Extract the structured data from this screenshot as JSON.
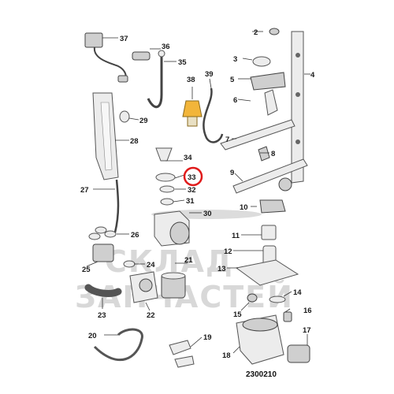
{
  "diagram": {
    "code": "2300210",
    "highlighted_part": "33",
    "highlight_color": "#e01a1a",
    "accent_color": "#f2b53a",
    "watermark_line1": "СКЛАД",
    "watermark_line2": "ЗАПЧАСТЕЙ",
    "part_numbers": [
      "37",
      "36",
      "35",
      "38",
      "39",
      "29",
      "28",
      "34",
      "33",
      "32",
      "31",
      "30",
      "27",
      "26",
      "25",
      "24",
      "21",
      "22",
      "23",
      "20",
      "19",
      "2",
      "3",
      "5",
      "4",
      "6",
      "7",
      "8",
      "9",
      "10",
      "11",
      "12",
      "13",
      "14",
      "15",
      "16",
      "17",
      "18"
    ]
  }
}
